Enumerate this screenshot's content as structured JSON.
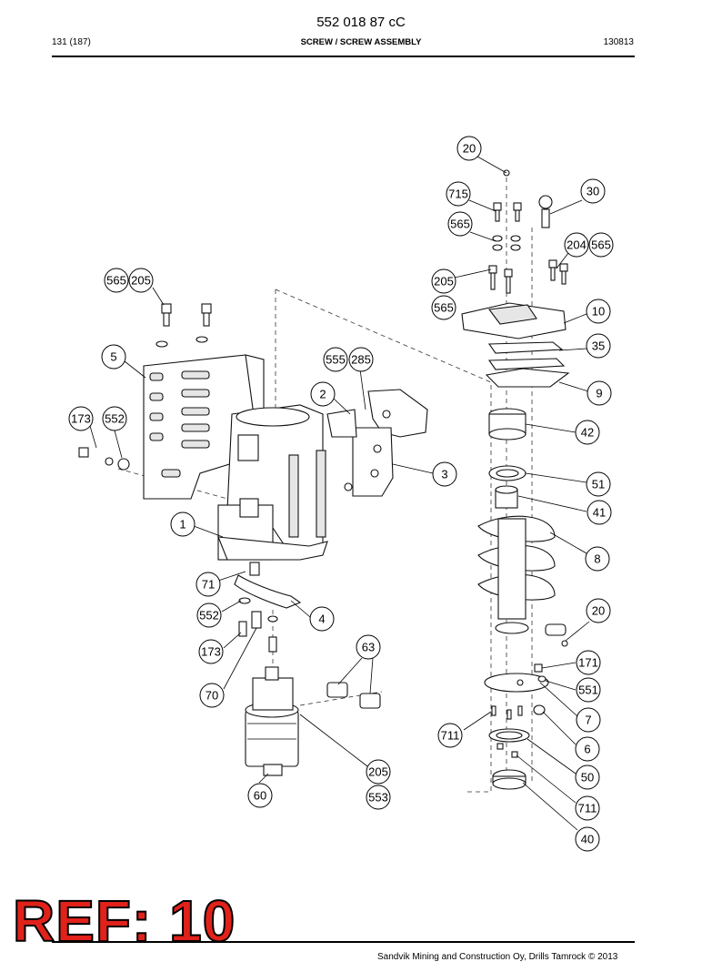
{
  "header": {
    "document_number": "552 018 87 cC",
    "page": "131 (187)",
    "title": "SCREW / SCREW ASSEMBLY",
    "date_code": "130813"
  },
  "reference_stamp": "REF: 10",
  "footer": {
    "copyright": "Sandvik Mining and Construction Oy, Drills Tamrock © 2013"
  },
  "callouts": [
    {
      "id": "c20a",
      "text": "20"
    },
    {
      "id": "c715",
      "text": "715"
    },
    {
      "id": "c30",
      "text": "30"
    },
    {
      "id": "c565a",
      "text": "565"
    },
    {
      "id": "c204",
      "text": "204"
    },
    {
      "id": "c565b",
      "text": "565"
    },
    {
      "id": "c565c",
      "text": "565"
    },
    {
      "id": "c205a",
      "text": "205"
    },
    {
      "id": "c205b",
      "text": "205"
    },
    {
      "id": "c565d",
      "text": "565"
    },
    {
      "id": "c10",
      "text": "10"
    },
    {
      "id": "c5",
      "text": "5"
    },
    {
      "id": "c555",
      "text": "555"
    },
    {
      "id": "c285",
      "text": "285"
    },
    {
      "id": "c35",
      "text": "35"
    },
    {
      "id": "c2",
      "text": "2"
    },
    {
      "id": "c9",
      "text": "9"
    },
    {
      "id": "c173a",
      "text": "173"
    },
    {
      "id": "c552a",
      "text": "552"
    },
    {
      "id": "c42",
      "text": "42"
    },
    {
      "id": "c3",
      "text": "3"
    },
    {
      "id": "c51",
      "text": "51"
    },
    {
      "id": "c41",
      "text": "41"
    },
    {
      "id": "c1",
      "text": "1"
    },
    {
      "id": "c8",
      "text": "8"
    },
    {
      "id": "c71",
      "text": "71"
    },
    {
      "id": "c20b",
      "text": "20"
    },
    {
      "id": "c552b",
      "text": "552"
    },
    {
      "id": "c4",
      "text": "4"
    },
    {
      "id": "c63",
      "text": "63"
    },
    {
      "id": "c173b",
      "text": "173"
    },
    {
      "id": "c171",
      "text": "171"
    },
    {
      "id": "c70",
      "text": "70"
    },
    {
      "id": "c551",
      "text": "551"
    },
    {
      "id": "c7",
      "text": "7"
    },
    {
      "id": "c711a",
      "text": "711"
    },
    {
      "id": "c6",
      "text": "6"
    },
    {
      "id": "c205c",
      "text": "205"
    },
    {
      "id": "c50",
      "text": "50"
    },
    {
      "id": "c60",
      "text": "60"
    },
    {
      "id": "c553",
      "text": "553"
    },
    {
      "id": "c711b",
      "text": "711"
    },
    {
      "id": "c40",
      "text": "40"
    }
  ]
}
